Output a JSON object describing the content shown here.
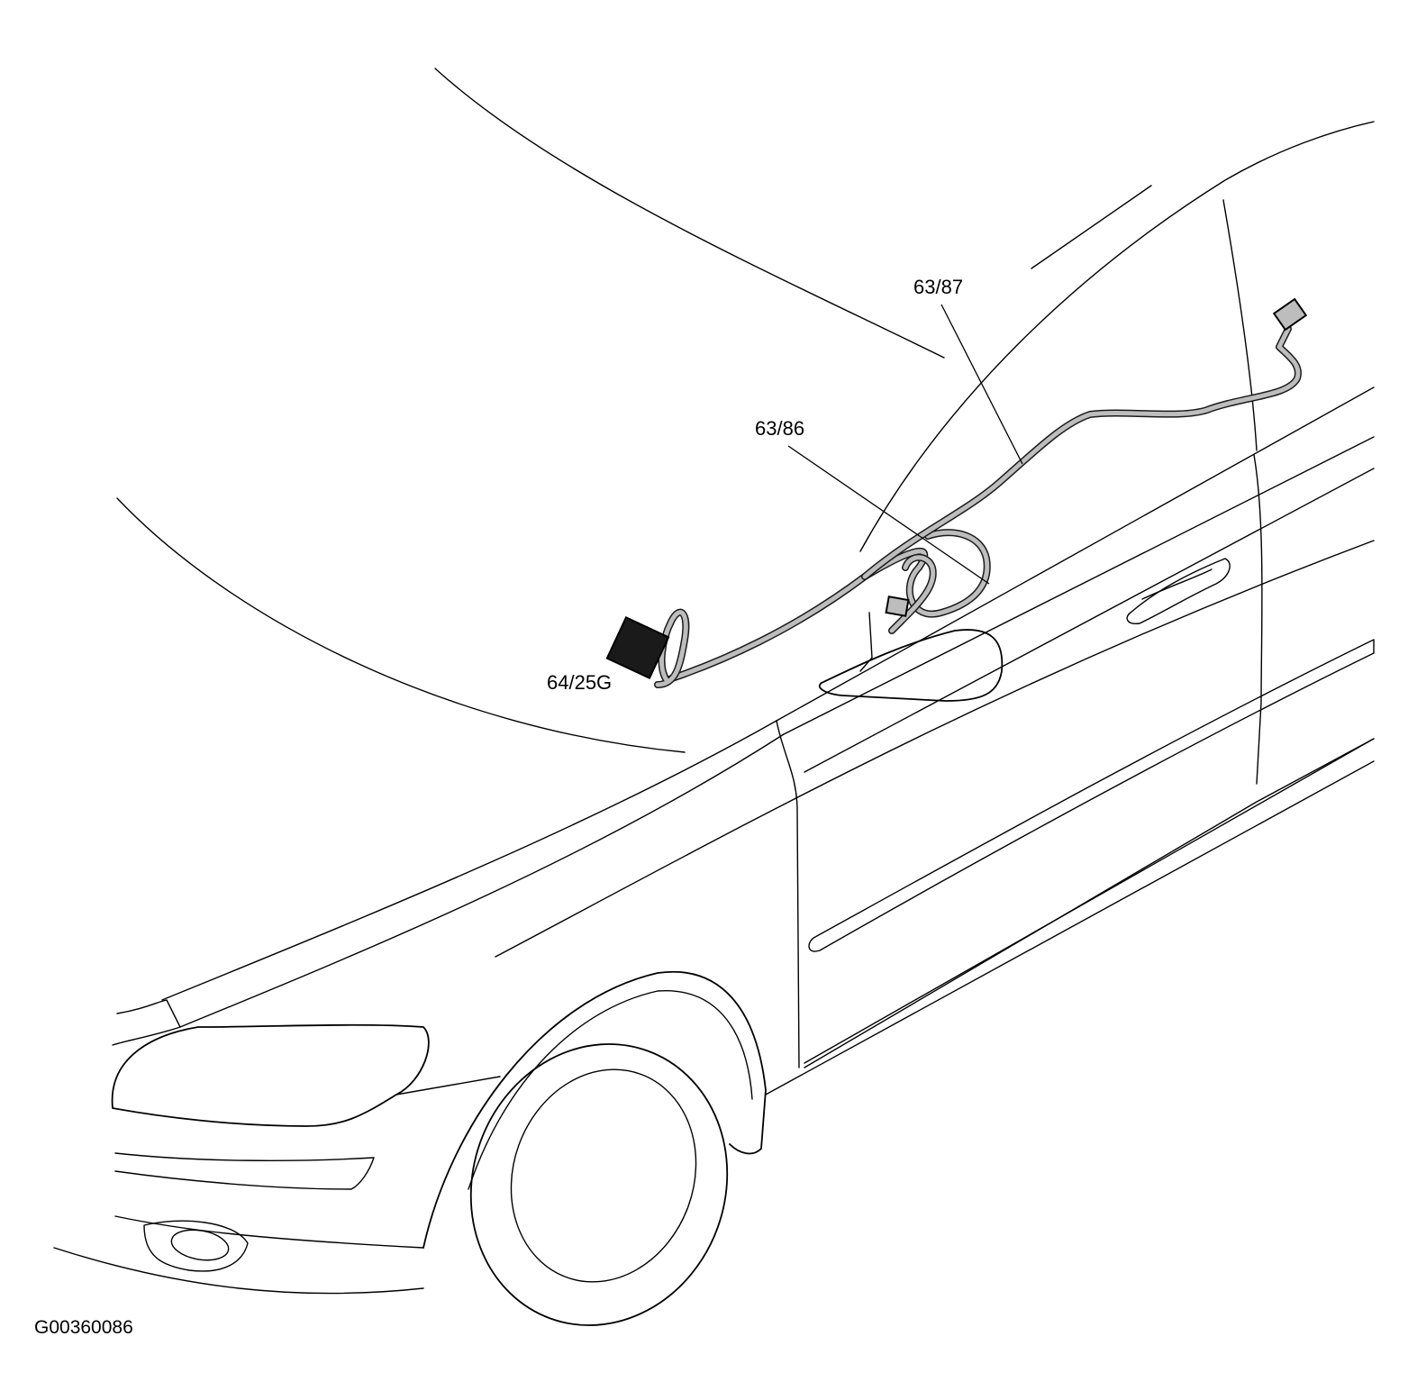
{
  "labels": {
    "harness_a": "63/87",
    "harness_b": "63/86",
    "connector": "64/25G",
    "figure_id": "G00360086"
  },
  "colors": {
    "line": "#000000",
    "harness_fill": "#bdbdbd",
    "connector_fill": "#1a1a1a",
    "background": "#ffffff"
  }
}
